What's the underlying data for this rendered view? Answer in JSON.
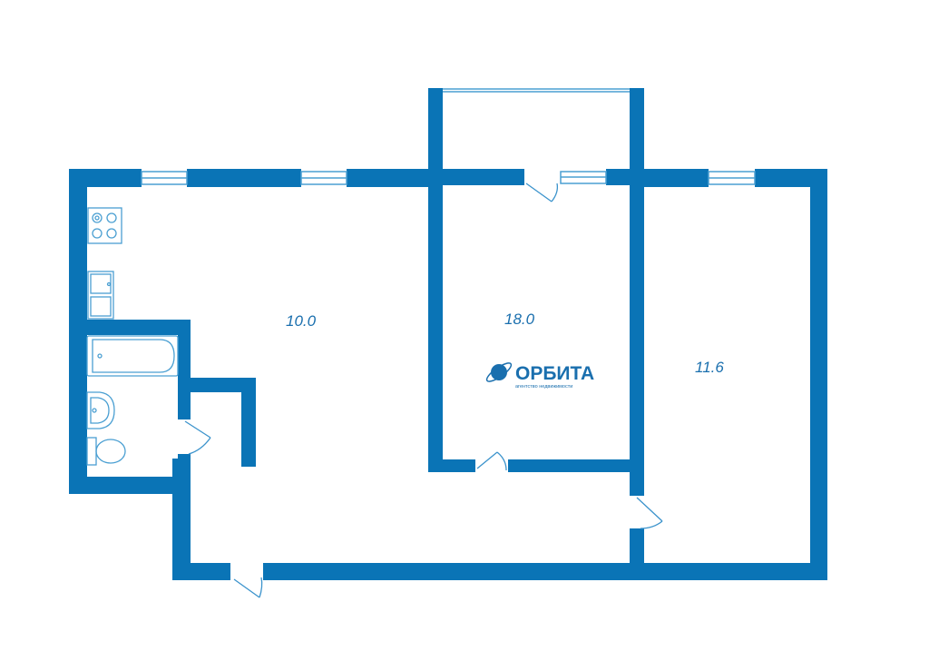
{
  "colors": {
    "wall": "#0a74b6",
    "fixture": "#4a9fd2",
    "door": "#3b93cc",
    "text": "#1a6fae",
    "background": "#ffffff"
  },
  "rooms": {
    "kitchen_living": {
      "area": "10.0"
    },
    "middle_room": {
      "area": "18.0"
    },
    "right_room": {
      "area": "11.6"
    }
  },
  "logo": {
    "name": "ОРБИТА",
    "tagline": "агентство недвижимости",
    "icon": "planet-orbit-icon"
  },
  "fixtures": [
    "stove-icon",
    "kitchen-sink-icon",
    "bathtub-icon",
    "washbasin-icon",
    "toilet-icon"
  ]
}
